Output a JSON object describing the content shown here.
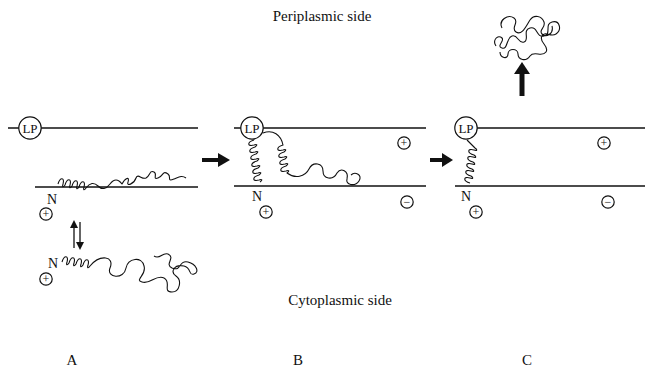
{
  "diagram": {
    "nodes": [
      {
        "text": [
          "LP"
        ]
      },
      {
        "text": [
          "+"
        ]
      },
      {
        "text": [
          "+"
        ]
      },
      {
        "text": [
          "LP"
        ]
      },
      {
        "text": [
          "+"
        ]
      },
      {
        "text": [
          "+"
        ]
      },
      {
        "text": [
          "−"
        ]
      },
      {
        "text": [
          "LP"
        ]
      },
      {
        "text": [
          "+"
        ]
      },
      {
        "text": [
          "+"
        ]
      },
      {
        "text": [
          "−"
        ]
      }
    ],
    "labels": [
      "Periplasmic side",
      "N",
      "N",
      "N",
      "N",
      "Cytoplasmic side",
      "A",
      "B",
      "C"
    ]
  }
}
